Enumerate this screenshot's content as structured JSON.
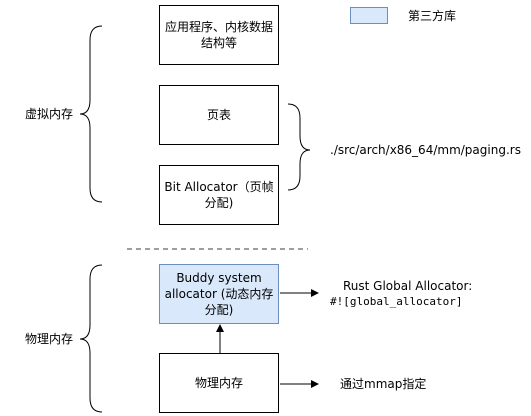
{
  "legend": {
    "label": "第三方库",
    "color": "#dae8fc"
  },
  "groups": {
    "virtual": "虚拟内存",
    "physical": "物理内存"
  },
  "boxes": {
    "app": "应用程序、内核数据结构等",
    "page_table": "页表",
    "bit_allocator": "Bit Allocator（页帧分配)",
    "buddy": "Buddy system allocator (动态内存分配)",
    "physical_mem": "物理内存"
  },
  "annotations": {
    "paging_path": "./src/arch/x86_64/mm/paging.rs",
    "rust_allocator_title": "Rust Global Allocator:",
    "rust_allocator_attr": "#![global_allocator]",
    "mmap": "通过mmap指定"
  }
}
